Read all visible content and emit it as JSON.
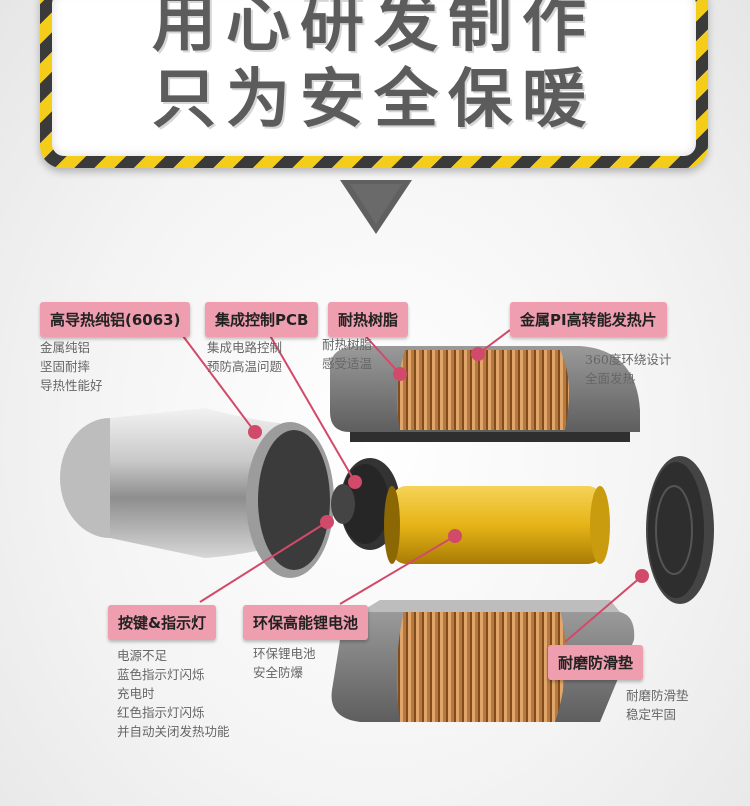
{
  "headline": {
    "line1": "用心研发制作",
    "line2": "只为安全保暖"
  },
  "components": [
    {
      "label": "高导热纯铝(6063)",
      "desc": [
        "金属纯铝",
        "坚固耐摔",
        "导热性能好"
      ]
    },
    {
      "label": "集成控制PCB",
      "desc": [
        "集成电路控制",
        "预防高温问题"
      ]
    },
    {
      "label": "耐热树脂",
      "desc": [
        "耐热树脂",
        "感受适温"
      ]
    },
    {
      "label": "金属PI高转能发热片",
      "desc": [
        "360度环绕设计",
        "全面发热"
      ]
    },
    {
      "label": "按键&指示灯",
      "desc": [
        "电源不足",
        "蓝色指示灯闪烁",
        "充电时",
        "红色指示灯闪烁",
        "并自动关闭发热功能"
      ]
    },
    {
      "label": "环保高能锂电池",
      "desc": [
        "环保锂电池",
        "安全防爆"
      ]
    },
    {
      "label": "耐磨防滑垫",
      "desc": [
        "耐磨防滑垫",
        "稳定牢固"
      ]
    }
  ],
  "colors": {
    "tag": "#ee9eae",
    "line": "#d24a6a",
    "stripe_yellow": "#f4cc1a",
    "stripe_dark": "#3a3a3a",
    "battery": "#e6b417"
  }
}
